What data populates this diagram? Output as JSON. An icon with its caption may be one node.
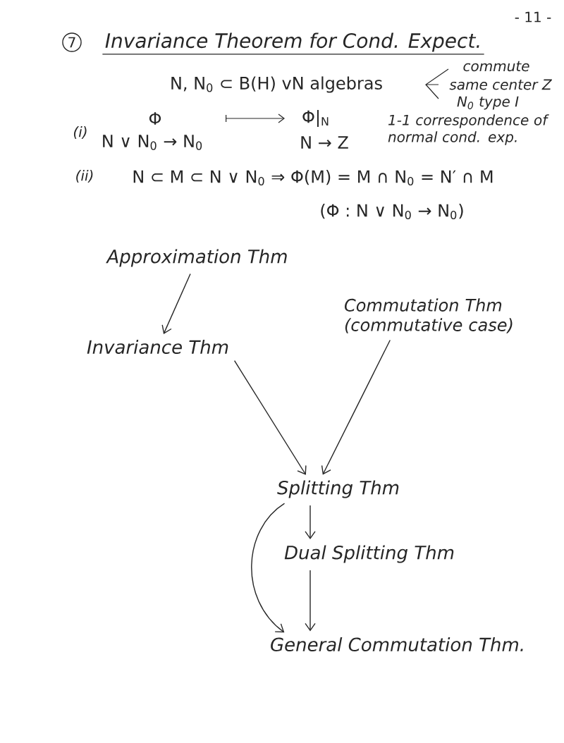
{
  "diagram": {
    "title": "Invariance Theorem for Cond. Expect.",
    "nodes": [
      {
        "text": [
          "Approximation Thm"
        ]
      },
      {
        "text": [
          "Invariance Thm"
        ]
      },
      {
        "text": [
          "Commutation Thm (commutative case)"
        ]
      },
      {
        "text": [
          "Splitting Thm"
        ]
      },
      {
        "text": [
          "Dual Splitting Thm"
        ]
      },
      {
        "text": [
          "General Commutation Thm."
        ]
      }
    ],
    "edges": [
      {
        "from": 0,
        "to": 1,
        "arrow": "to"
      },
      {
        "from": 1,
        "to": 3,
        "arrow": "to"
      },
      {
        "from": 2,
        "to": 3,
        "arrow": "to"
      },
      {
        "from": 3,
        "to": 4,
        "arrow": "to"
      },
      {
        "from": 4,
        "to": 5,
        "arrow": "to"
      },
      {
        "from": 3,
        "to": 5,
        "arrow": "to"
      }
    ],
    "labels": [
      "- 11 -",
      "7",
      "N, N$_{0}$ ⊂ B(H) vN algebras",
      "commute",
      "same center Z",
      "N$_{0}$ type I",
      "(i)",
      "Φ",
      "Φ|$_{N}$",
      "1-1 correspondence of normal cond. exp.",
      "N ∨ N$_{0}$ → N$_{0}$",
      "N → Z",
      "(ii)",
      "N ⊂ M ⊂ N ∨ N$_{0}$ ⇒ Φ(M) = M ∩ N$_{0}$ = N′ ∩ M",
      "(Φ : N ∨ N$_{0}$ → N$_{0}$)"
    ]
  }
}
